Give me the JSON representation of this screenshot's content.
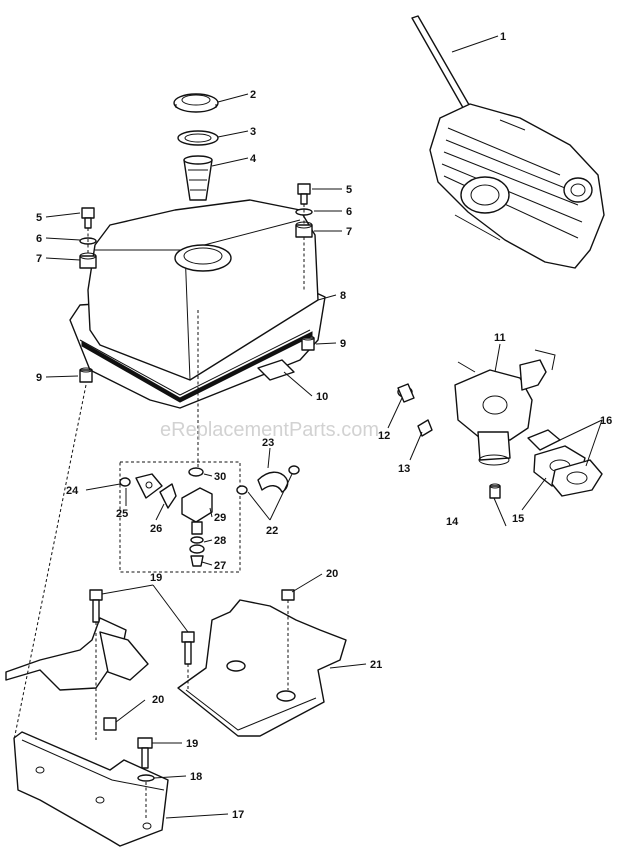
{
  "watermark": "eReplacementParts.com",
  "callouts": [
    "1",
    "2",
    "3",
    "4",
    "5",
    "6",
    "7",
    "8",
    "9",
    "10",
    "11",
    "12",
    "13",
    "14",
    "15",
    "16",
    "17",
    "18",
    "19",
    "20",
    "21",
    "22",
    "23",
    "24",
    "25",
    "26",
    "27",
    "28",
    "29",
    "30"
  ],
  "colors": {
    "ink": "#111111",
    "background": "#ffffff",
    "watermark": "#c4c4c4"
  }
}
